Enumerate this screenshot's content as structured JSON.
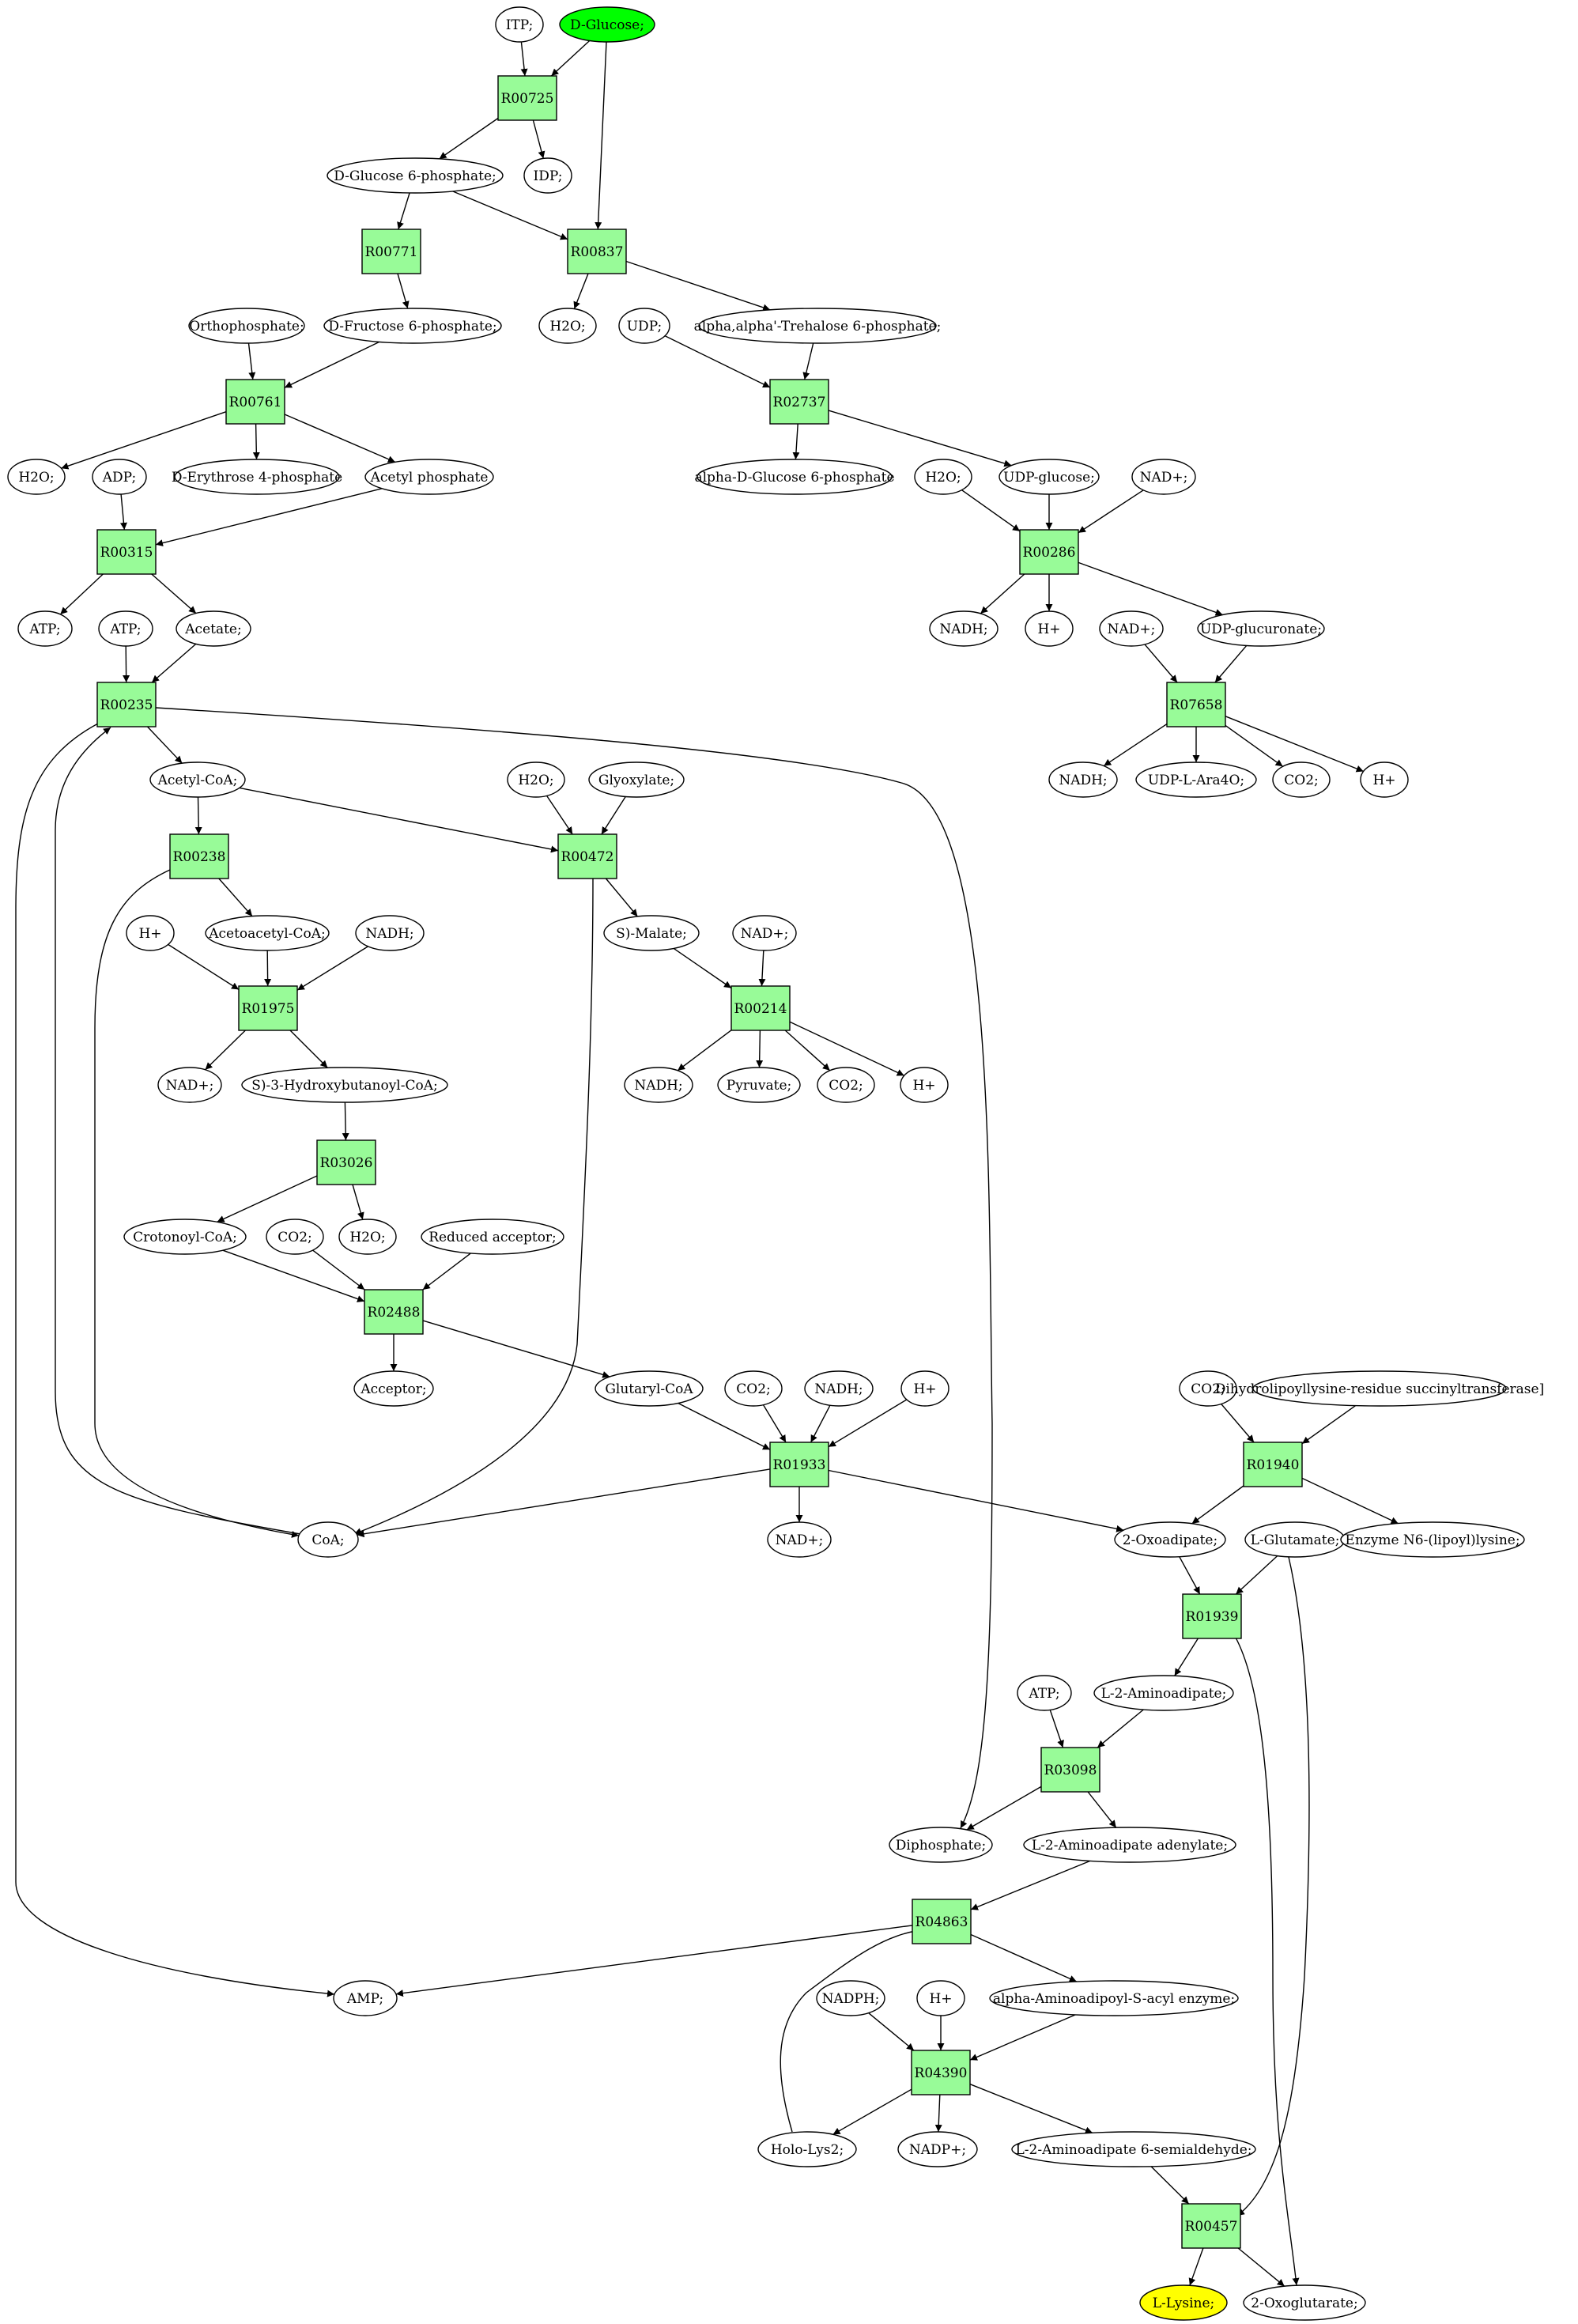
{
  "colors": {
    "reaction_fill": "#98fb98",
    "compound_fill": "#ffffff",
    "start_fill": "#00ff00",
    "target_fill": "#ffff00",
    "stroke": "#000000"
  },
  "nodes": [
    {
      "id": "ITP",
      "label": "ITP;",
      "kind": "compound"
    },
    {
      "id": "DGlc",
      "label": "D-Glucose;",
      "kind": "start"
    },
    {
      "id": "R00725",
      "label": "R00725",
      "kind": "reaction"
    },
    {
      "id": "G6P",
      "label": "D-Glucose 6-phosphate;",
      "kind": "compound"
    },
    {
      "id": "IDP",
      "label": "IDP;",
      "kind": "compound"
    },
    {
      "id": "R00771",
      "label": "R00771",
      "kind": "reaction"
    },
    {
      "id": "R00837",
      "label": "R00837",
      "kind": "reaction"
    },
    {
      "id": "Orthophosphate",
      "label": "Orthophosphate;",
      "kind": "compound"
    },
    {
      "id": "F6P",
      "label": "D-Fructose 6-phosphate;",
      "kind": "compound"
    },
    {
      "id": "H2O_a",
      "label": "H2O;",
      "kind": "compound"
    },
    {
      "id": "UDP",
      "label": "UDP;",
      "kind": "compound"
    },
    {
      "id": "Tre6P",
      "label": "alpha,alpha'-Trehalose 6-phosphate;",
      "kind": "compound"
    },
    {
      "id": "R00761",
      "label": "R00761",
      "kind": "reaction"
    },
    {
      "id": "R02737",
      "label": "R02737",
      "kind": "reaction"
    },
    {
      "id": "H2O_b",
      "label": "H2O;",
      "kind": "compound"
    },
    {
      "id": "ADP",
      "label": "ADP;",
      "kind": "compound"
    },
    {
      "id": "E4P",
      "label": "D-Erythrose 4-phosphate",
      "kind": "compound"
    },
    {
      "id": "AcP",
      "label": "Acetyl phosphate",
      "kind": "compound"
    },
    {
      "id": "aG6P",
      "label": "alpha-D-Glucose 6-phosphate",
      "kind": "compound"
    },
    {
      "id": "H2O_c",
      "label": "H2O;",
      "kind": "compound"
    },
    {
      "id": "UDPGlc",
      "label": "UDP-glucose;",
      "kind": "compound"
    },
    {
      "id": "NADp_a",
      "label": "NAD+;",
      "kind": "compound"
    },
    {
      "id": "R00315",
      "label": "R00315",
      "kind": "reaction"
    },
    {
      "id": "R00286",
      "label": "R00286",
      "kind": "reaction"
    },
    {
      "id": "ATP_a",
      "label": "ATP;",
      "kind": "compound"
    },
    {
      "id": "ATP_b",
      "label": "ATP;",
      "kind": "compound"
    },
    {
      "id": "Acetate",
      "label": "Acetate;",
      "kind": "compound"
    },
    {
      "id": "NADH_a",
      "label": "NADH;",
      "kind": "compound"
    },
    {
      "id": "Hp_a",
      "label": "H+",
      "kind": "compound"
    },
    {
      "id": "NADp_b",
      "label": "NAD+;",
      "kind": "compound"
    },
    {
      "id": "UDPGlcA",
      "label": "UDP-glucuronate;",
      "kind": "compound"
    },
    {
      "id": "R00235",
      "label": "R00235",
      "kind": "reaction"
    },
    {
      "id": "R07658",
      "label": "R07658",
      "kind": "reaction"
    },
    {
      "id": "NADH_b",
      "label": "NADH;",
      "kind": "compound"
    },
    {
      "id": "UDPAra",
      "label": "UDP-L-Ara4O;",
      "kind": "compound"
    },
    {
      "id": "CO2_a",
      "label": "CO2;",
      "kind": "compound"
    },
    {
      "id": "Hp_b",
      "label": "H+",
      "kind": "compound"
    },
    {
      "id": "AcCoA",
      "label": "Acetyl-CoA;",
      "kind": "compound"
    },
    {
      "id": "H2O_d",
      "label": "H2O;",
      "kind": "compound"
    },
    {
      "id": "Glyoxylate",
      "label": "Glyoxylate;",
      "kind": "compound"
    },
    {
      "id": "R00238",
      "label": "R00238",
      "kind": "reaction"
    },
    {
      "id": "R00472",
      "label": "R00472",
      "kind": "reaction"
    },
    {
      "id": "Hp_c",
      "label": "H+",
      "kind": "compound"
    },
    {
      "id": "AcAcCoA",
      "label": "Acetoacetyl-CoA;",
      "kind": "compound"
    },
    {
      "id": "NADH_c",
      "label": "NADH;",
      "kind": "compound"
    },
    {
      "id": "SMalate",
      "label": "S)-Malate;",
      "kind": "compound"
    },
    {
      "id": "NADp_c",
      "label": "NAD+;",
      "kind": "compound"
    },
    {
      "id": "R01975",
      "label": "R01975",
      "kind": "reaction"
    },
    {
      "id": "R00214",
      "label": "R00214",
      "kind": "reaction"
    },
    {
      "id": "NADp_d",
      "label": "NAD+;",
      "kind": "compound"
    },
    {
      "id": "HBCoA",
      "label": "S)-3-Hydroxybutanoyl-CoA;",
      "kind": "compound"
    },
    {
      "id": "NADH_d",
      "label": "NADH;",
      "kind": "compound"
    },
    {
      "id": "Pyruvate",
      "label": "Pyruvate;",
      "kind": "compound"
    },
    {
      "id": "CO2_b",
      "label": "CO2;",
      "kind": "compound"
    },
    {
      "id": "Hp_d",
      "label": "H+",
      "kind": "compound"
    },
    {
      "id": "R03026",
      "label": "R03026",
      "kind": "reaction"
    },
    {
      "id": "CrotCoA",
      "label": "Crotonoyl-CoA;",
      "kind": "compound"
    },
    {
      "id": "CO2_c",
      "label": "CO2;",
      "kind": "compound"
    },
    {
      "id": "H2O_e",
      "label": "H2O;",
      "kind": "compound"
    },
    {
      "id": "RedAcc",
      "label": "Reduced acceptor;",
      "kind": "compound"
    },
    {
      "id": "R02488",
      "label": "R02488",
      "kind": "reaction"
    },
    {
      "id": "Acceptor",
      "label": "Acceptor;",
      "kind": "compound"
    },
    {
      "id": "GlutCoA",
      "label": "Glutaryl-CoA",
      "kind": "compound"
    },
    {
      "id": "CO2_d",
      "label": "CO2;",
      "kind": "compound"
    },
    {
      "id": "NADH_e",
      "label": "NADH;",
      "kind": "compound"
    },
    {
      "id": "Hp_e",
      "label": "H+",
      "kind": "compound"
    },
    {
      "id": "CO2_e",
      "label": "CO2;",
      "kind": "compound"
    },
    {
      "id": "DHLST",
      "label": "Dihydrolipoyllysine-residue succinyltransferase]",
      "kind": "compound"
    },
    {
      "id": "R01933",
      "label": "R01933",
      "kind": "reaction"
    },
    {
      "id": "R01940",
      "label": "R01940",
      "kind": "reaction"
    },
    {
      "id": "CoA",
      "label": "CoA;",
      "kind": "compound"
    },
    {
      "id": "NADp_e",
      "label": "NAD+;",
      "kind": "compound"
    },
    {
      "id": "Oxoadipate",
      "label": "2-Oxoadipate;",
      "kind": "compound"
    },
    {
      "id": "LGlu",
      "label": "L-Glutamate;",
      "kind": "compound"
    },
    {
      "id": "EnzN6",
      "label": "Enzyme N6-(lipoyl)lysine;",
      "kind": "compound"
    },
    {
      "id": "R01939",
      "label": "R01939",
      "kind": "reaction"
    },
    {
      "id": "ATP_c",
      "label": "ATP;",
      "kind": "compound"
    },
    {
      "id": "L2AA",
      "label": "L-2-Aminoadipate;",
      "kind": "compound"
    },
    {
      "id": "R03098",
      "label": "R03098",
      "kind": "reaction"
    },
    {
      "id": "PPi",
      "label": "Diphosphate;",
      "kind": "compound"
    },
    {
      "id": "L2AAad",
      "label": "L-2-Aminoadipate adenylate;",
      "kind": "compound"
    },
    {
      "id": "R04863",
      "label": "R04863",
      "kind": "reaction"
    },
    {
      "id": "AMP",
      "label": "AMP;",
      "kind": "compound"
    },
    {
      "id": "AAenz",
      "label": "alpha-Aminoadipoyl-S-acyl enzyme;",
      "kind": "compound"
    },
    {
      "id": "NADPH",
      "label": "NADPH;",
      "kind": "compound"
    },
    {
      "id": "Hp_f",
      "label": "H+",
      "kind": "compound"
    },
    {
      "id": "R04390",
      "label": "R04390",
      "kind": "reaction"
    },
    {
      "id": "HoloLys2",
      "label": "Holo-Lys2;",
      "kind": "compound"
    },
    {
      "id": "NADPp",
      "label": "NADP+;",
      "kind": "compound"
    },
    {
      "id": "L2AAsa",
      "label": "L-2-Aminoadipate 6-semialdehyde;",
      "kind": "compound"
    },
    {
      "id": "R00457",
      "label": "R00457",
      "kind": "reaction"
    },
    {
      "id": "LLys",
      "label": "L-Lysine;",
      "kind": "target"
    },
    {
      "id": "Oxoglutarate",
      "label": "2-Oxoglutarate;",
      "kind": "compound"
    }
  ],
  "edges": [
    [
      "ITP",
      "R00725"
    ],
    [
      "DGlc",
      "R00725"
    ],
    [
      "DGlc",
      "R00837"
    ],
    [
      "R00725",
      "G6P"
    ],
    [
      "R00725",
      "IDP"
    ],
    [
      "G6P",
      "R00771"
    ],
    [
      "G6P",
      "R00837"
    ],
    [
      "R00771",
      "F6P"
    ],
    [
      "R00837",
      "H2O_a"
    ],
    [
      "R00837",
      "Tre6P"
    ],
    [
      "Orthophosphate",
      "R00761"
    ],
    [
      "F6P",
      "R00761"
    ],
    [
      "UDP",
      "R02737"
    ],
    [
      "Tre6P",
      "R02737"
    ],
    [
      "R00761",
      "H2O_b"
    ],
    [
      "R00761",
      "E4P"
    ],
    [
      "R00761",
      "AcP"
    ],
    [
      "R02737",
      "aG6P"
    ],
    [
      "R02737",
      "UDPGlc"
    ],
    [
      "ADP",
      "R00315"
    ],
    [
      "AcP",
      "R00315"
    ],
    [
      "H2O_c",
      "R00286"
    ],
    [
      "UDPGlc",
      "R00286"
    ],
    [
      "NADp_a",
      "R00286"
    ],
    [
      "R00315",
      "ATP_a"
    ],
    [
      "R00315",
      "Acetate"
    ],
    [
      "R00286",
      "NADH_a"
    ],
    [
      "R00286",
      "Hp_a"
    ],
    [
      "R00286",
      "UDPGlcA"
    ],
    [
      "ATP_b",
      "R00235"
    ],
    [
      "Acetate",
      "R00235"
    ],
    [
      "NADp_b",
      "R07658"
    ],
    [
      "UDPGlcA",
      "R07658"
    ],
    [
      "R07658",
      "NADH_b"
    ],
    [
      "R07658",
      "UDPAra"
    ],
    [
      "R07658",
      "CO2_a"
    ],
    [
      "R07658",
      "Hp_b"
    ],
    [
      "R00235",
      "AcCoA"
    ],
    [
      "R00235",
      "PPi"
    ],
    [
      "R00235",
      "AMP"
    ],
    [
      "CoA",
      "R00235"
    ],
    [
      "AcCoA",
      "R00238"
    ],
    [
      "AcCoA",
      "R00472"
    ],
    [
      "H2O_d",
      "R00472"
    ],
    [
      "Glyoxylate",
      "R00472"
    ],
    [
      "R00238",
      "AcAcCoA"
    ],
    [
      "R00238",
      "CoA"
    ],
    [
      "R00472",
      "SMalate"
    ],
    [
      "R00472",
      "CoA"
    ],
    [
      "Hp_c",
      "R01975"
    ],
    [
      "AcAcCoA",
      "R01975"
    ],
    [
      "NADH_c",
      "R01975"
    ],
    [
      "SMalate",
      "R00214"
    ],
    [
      "NADp_c",
      "R00214"
    ],
    [
      "R01975",
      "NADp_d"
    ],
    [
      "R01975",
      "HBCoA"
    ],
    [
      "R00214",
      "NADH_d"
    ],
    [
      "R00214",
      "Pyruvate"
    ],
    [
      "R00214",
      "CO2_b"
    ],
    [
      "R00214",
      "Hp_d"
    ],
    [
      "HBCoA",
      "R03026"
    ],
    [
      "R03026",
      "CrotCoA"
    ],
    [
      "R03026",
      "H2O_e"
    ],
    [
      "CrotCoA",
      "R02488"
    ],
    [
      "CO2_c",
      "R02488"
    ],
    [
      "RedAcc",
      "R02488"
    ],
    [
      "R02488",
      "Acceptor"
    ],
    [
      "R02488",
      "GlutCoA"
    ],
    [
      "GlutCoA",
      "R01933"
    ],
    [
      "CO2_d",
      "R01933"
    ],
    [
      "NADH_e",
      "R01933"
    ],
    [
      "Hp_e",
      "R01933"
    ],
    [
      "CO2_e",
      "R01940"
    ],
    [
      "DHLST",
      "R01940"
    ],
    [
      "R01933",
      "CoA"
    ],
    [
      "R01933",
      "NADp_e"
    ],
    [
      "R01933",
      "Oxoadipate"
    ],
    [
      "R01940",
      "Oxoadipate"
    ],
    [
      "R01940",
      "EnzN6"
    ],
    [
      "Oxoadipate",
      "R01939"
    ],
    [
      "LGlu",
      "R01939"
    ],
    [
      "R01939",
      "L2AA"
    ],
    [
      "R01939",
      "Oxoglutarate"
    ],
    [
      "ATP_c",
      "R03098"
    ],
    [
      "L2AA",
      "R03098"
    ],
    [
      "R03098",
      "PPi"
    ],
    [
      "R03098",
      "L2AAad"
    ],
    [
      "L2AAad",
      "R04863"
    ],
    [
      "HoloLys2",
      "R04863"
    ],
    [
      "R04863",
      "AMP"
    ],
    [
      "R04863",
      "AAenz"
    ],
    [
      "AAenz",
      "R04390"
    ],
    [
      "NADPH",
      "R04390"
    ],
    [
      "Hp_f",
      "R04390"
    ],
    [
      "R04390",
      "HoloLys2"
    ],
    [
      "R04390",
      "NADPp"
    ],
    [
      "R04390",
      "L2AAsa"
    ],
    [
      "L2AAsa",
      "R00457"
    ],
    [
      "LGlu",
      "R00457"
    ],
    [
      "R00457",
      "LLys"
    ],
    [
      "R00457",
      "Oxoglutarate"
    ]
  ]
}
